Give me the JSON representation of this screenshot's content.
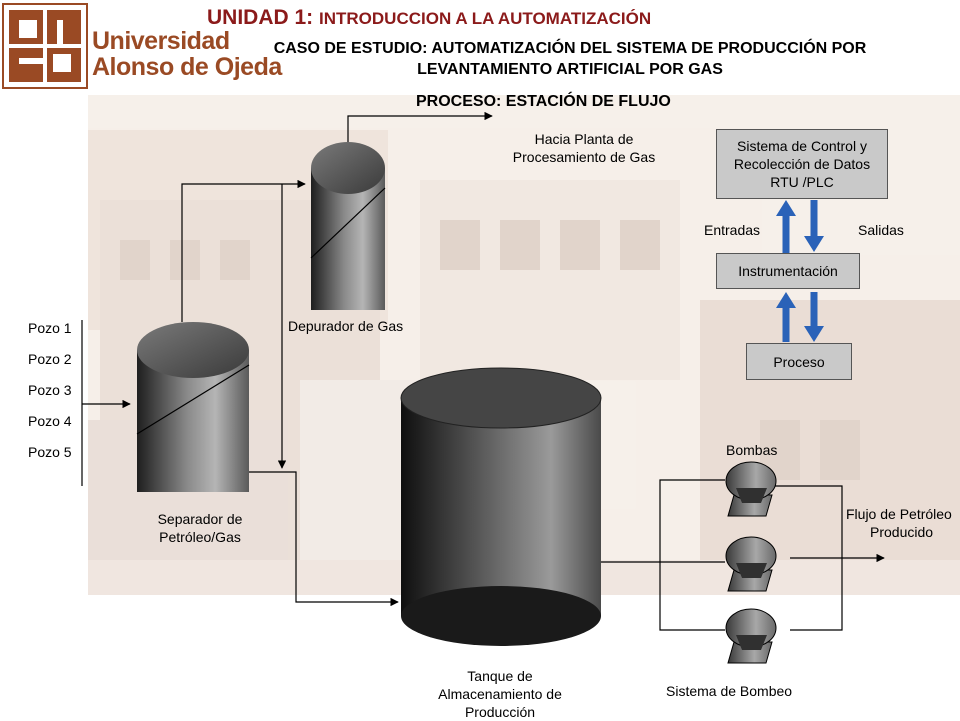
{
  "header": {
    "unit_prefix": "UNIDAD 1: ",
    "unit_rest": "INTRODUCCION A LA AUTOMATIZACIÓN",
    "case_line1": "CASO DE ESTUDIO:  AUTOMATIZACIÓN DEL SISTEMA DE PRODUCCIÓN POR",
    "case_line2": "LEVANTAMIENTO ARTIFICIAL POR GAS",
    "process_title": "PROCESO: ESTACIÓN DE FLUJO"
  },
  "logo": {
    "line1": "Universidad",
    "line2": "Alonso de Ojeda",
    "color": "#9a4a24"
  },
  "wells": [
    "Pozo 1",
    "Pozo 2",
    "Pozo 3",
    "Pozo 4",
    "Pozo 5"
  ],
  "equipment": {
    "separator": [
      "Separador de",
      "Petróleo/Gas"
    ],
    "scrubber": "Depurador de Gas",
    "gas_destination": [
      "Hacia Planta de",
      "Procesamiento de Gas"
    ],
    "tank": [
      "Tanque de",
      "Almacenamiento de",
      "Producción"
    ],
    "pumps": "Bombas",
    "pumping_system": "Sistema de Bombeo",
    "oil_flow": [
      "Flujo de Petróleo",
      "Producido"
    ]
  },
  "control": {
    "system": [
      "Sistema de Control y",
      "Recolección de Datos",
      "RTU /PLC"
    ],
    "inputs": "Entradas",
    "outputs": "Salidas",
    "instrumentation": "Instrumentación",
    "process": "Proceso",
    "arrow_color": "#2a62b8"
  }
}
